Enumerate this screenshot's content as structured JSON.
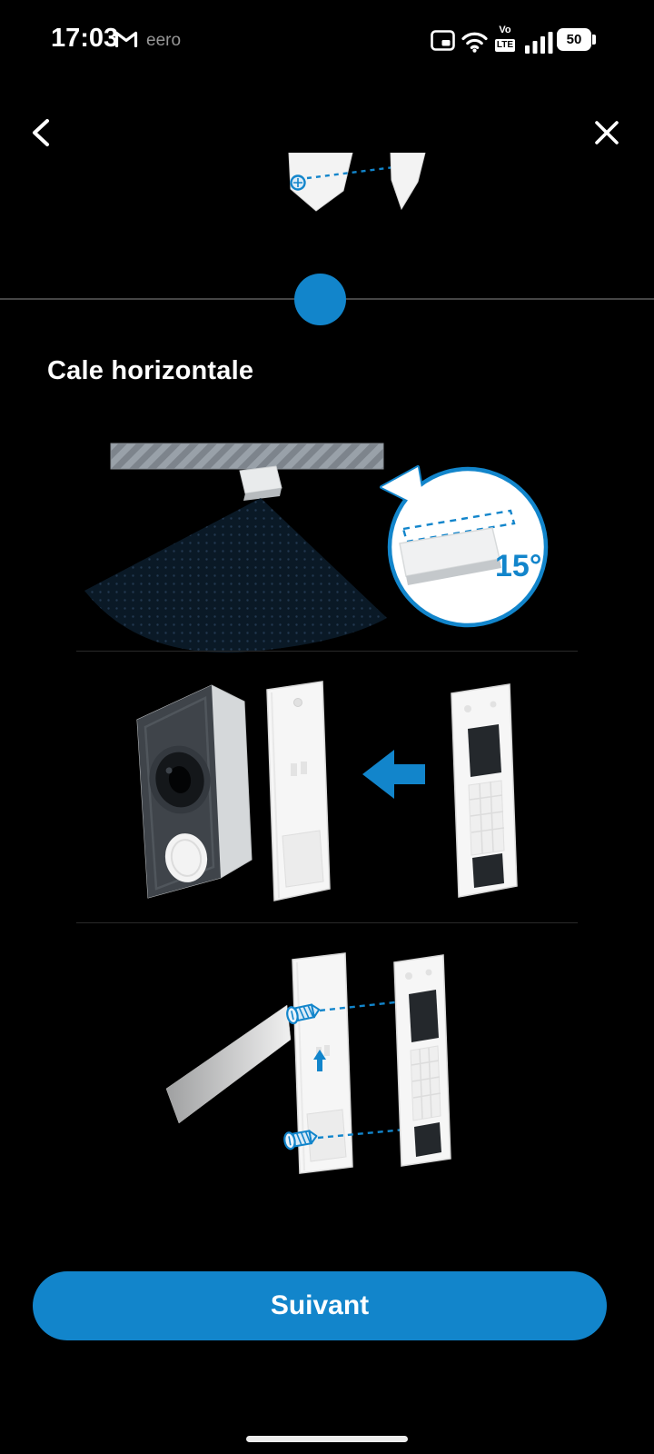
{
  "status_bar": {
    "time": "17:03",
    "notification_text": "eero",
    "volte_top": "Vo",
    "volte_bottom": "LTE",
    "battery_level": "50"
  },
  "content": {
    "title": "Cale horizontale",
    "callout_angle": "15°"
  },
  "footer": {
    "next_button": "Suivant"
  },
  "icons": {
    "back": "chevron-left",
    "close": "x-mark",
    "gmail": "gmail-m",
    "screen_overlay": "picture-in-picture",
    "wifi": "wifi-arcs",
    "signal": "signal-bars-4",
    "battery": "battery-pill"
  },
  "colors": {
    "accent_blue": "#1285CB",
    "background": "#000000",
    "cone_navy": "#0A1926"
  }
}
